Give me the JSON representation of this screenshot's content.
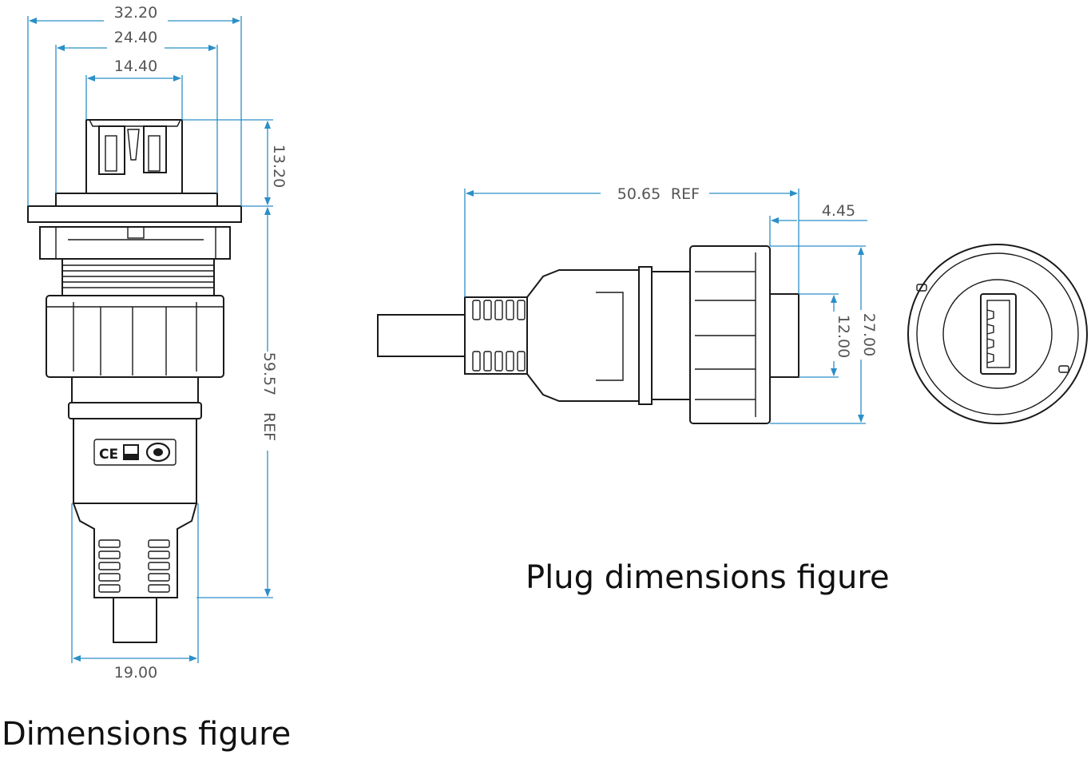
{
  "diagram": {
    "left_figure": {
      "caption": "Dimensions figure",
      "dims": {
        "w_outer": "32.20",
        "w_mid": "24.40",
        "w_inner": "14.40",
        "h_top": "13.20",
        "h_total_value": "59.57",
        "h_total_ref": "REF",
        "w_bottom": "19.00"
      },
      "marks": {
        "ce": "CE"
      }
    },
    "right_figure": {
      "caption": "Plug dimensions figure",
      "dims": {
        "length_value": "50.65",
        "length_ref": "REF",
        "lip": "4.45",
        "h_inner": "12.00",
        "h_outer": "27.00"
      }
    },
    "colors": {
      "dimension_line": "#2b8fc8",
      "outline": "#1a1a1a",
      "text": "#555555"
    }
  }
}
